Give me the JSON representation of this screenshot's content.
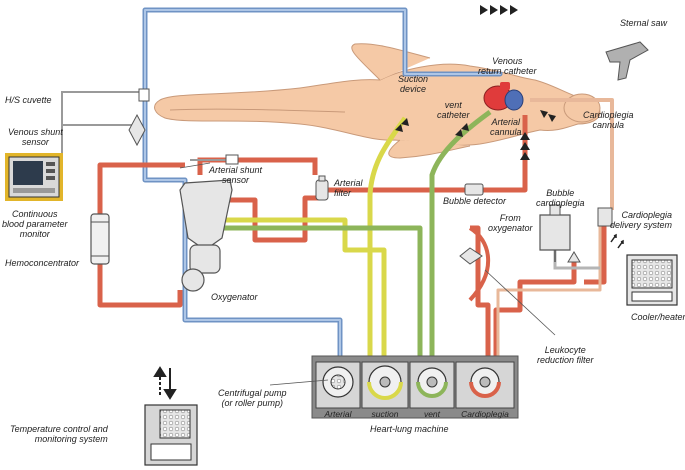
{
  "labels": {
    "sternal_saw": "Sternal saw",
    "venous_return_catheter": "Venous\nreturn catheter",
    "suction_device": "Suction\ndevice",
    "vent_catheter": "vent\ncatheter",
    "arterial_cannula": "Arterial\ncannula",
    "cardioplegia_cannula": "Cardioplegia\ncannula",
    "hs_cuvette": "H/S cuvette",
    "venous_shunt_sensor": "Venous shunt\nsensor",
    "continuous_blood_parameter_monitor": "Continuous\nblood parameter\nmonitor",
    "arterial_shunt_sensor": "Arterial shunt\nsensor",
    "arterial_filter": "Arterial\nfilter",
    "bubble_detector": "Bubble detector",
    "bubble_cardioplegia": "Bubble\ncardioplegia",
    "cardioplegia_delivery_system": "Cardioplegia\ndelivery system",
    "hemoconcentrator": "Hemoconcentrator",
    "from_oxygenator": "From\noxygenator",
    "oxygenator": "Oxygenator",
    "cooler_heater": "Cooler/heater",
    "leukocyte_reduction_filter": "Leukocyte\nreduction filter",
    "centrifugal_pump": "Centrifugal pump\n(or roller pump)",
    "heart_lung_machine": "Heart-lung machine",
    "temperature_control": "Temperature control and\nmonitoring system"
  },
  "pumps": {
    "arterial": "Arterial",
    "suction": "suction",
    "vent": "vent",
    "cardioplegia": "Cardioplegia"
  },
  "colors": {
    "venous_line": "#6f93c4",
    "arterial_line": "#d9624a",
    "suction_line": "#d9d84a",
    "vent_line": "#8db55a",
    "cardioplegia_line": "#e8b89a",
    "gray_line": "#9a9a9a",
    "body_fill": "#f5c9a6",
    "heart_red": "#e03b3b",
    "heart_blue": "#4f6fb7",
    "monitor_frame": "#e2b52a"
  }
}
